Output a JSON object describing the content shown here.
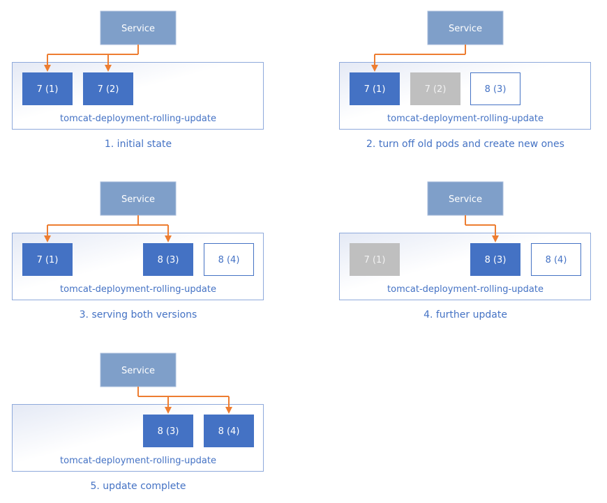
{
  "colors": {
    "pod_active": "#4472C4",
    "pod_old": "#BFBFBF",
    "pod_new_border": "#4472C4",
    "service": "#7F9FC9",
    "arrow": "#ED7D31",
    "text": "#4472C4",
    "container_border": "#8EA9DB"
  },
  "panels": [
    {
      "service": "Service",
      "deployment": "tomcat-deployment-rolling-update",
      "caption": "1. initial state",
      "pods": [
        {
          "label": "7 (1)",
          "state": "active",
          "slot": 0,
          "targeted": true
        },
        {
          "label": "7 (2)",
          "state": "active",
          "slot": 1,
          "targeted": true
        }
      ]
    },
    {
      "service": "Service",
      "deployment": "tomcat-deployment-rolling-update",
      "caption": "2. turn off old pods and create new ones",
      "pods": [
        {
          "label": "7 (1)",
          "state": "active",
          "slot": 0,
          "targeted": true
        },
        {
          "label": "7 (2)",
          "state": "old",
          "slot": 1,
          "targeted": false
        },
        {
          "label": "8 (3)",
          "state": "new",
          "slot": 2,
          "targeted": false
        }
      ]
    },
    {
      "service": "Service",
      "deployment": "tomcat-deployment-rolling-update",
      "caption": "3. serving both versions",
      "pods": [
        {
          "label": "7 (1)",
          "state": "active",
          "slot": 0,
          "targeted": true
        },
        {
          "label": "8 (3)",
          "state": "active",
          "slot": 2,
          "targeted": true
        },
        {
          "label": "8 (4)",
          "state": "new",
          "slot": 3,
          "targeted": false
        }
      ]
    },
    {
      "service": "Service",
      "deployment": "tomcat-deployment-rolling-update",
      "caption": "4. further update",
      "pods": [
        {
          "label": "7 (1)",
          "state": "old",
          "slot": 0,
          "targeted": false
        },
        {
          "label": "8 (3)",
          "state": "active",
          "slot": 2,
          "targeted": true
        },
        {
          "label": "8 (4)",
          "state": "new",
          "slot": 3,
          "targeted": false
        }
      ]
    },
    {
      "service": "Service",
      "deployment": "tomcat-deployment-rolling-update",
      "caption": "5. update complete",
      "pods": [
        {
          "label": "8 (3)",
          "state": "active",
          "slot": 2,
          "targeted": true
        },
        {
          "label": "8 (4)",
          "state": "active",
          "slot": 3,
          "targeted": true
        }
      ]
    }
  ]
}
